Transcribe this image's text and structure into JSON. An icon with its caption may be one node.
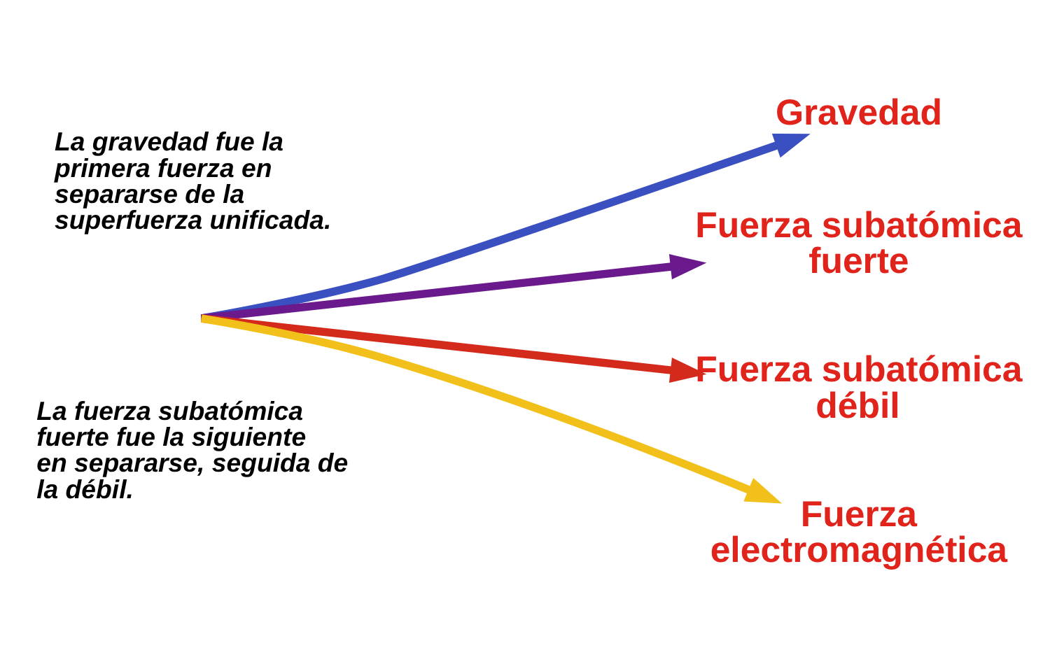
{
  "diagram": {
    "nodes": [
      {
        "text": [
          "Gravedad"
        ]
      },
      {
        "text": [
          "Fuerza subatómica fuerte"
        ]
      },
      {
        "text": [
          "Fuerza subatómica débil"
        ]
      },
      {
        "text": [
          "Fuerza electromagnética"
        ]
      }
    ],
    "edges": [
      {
        "from": null,
        "to": 0,
        "arrow": "to",
        "color": "#3a4fc0"
      },
      {
        "from": null,
        "to": 1,
        "arrow": "to",
        "color": "#6a1a8c"
      },
      {
        "from": null,
        "to": 2,
        "arrow": "to",
        "color": "#d42a1c"
      },
      {
        "from": null,
        "to": 3,
        "arrow": "to",
        "color": "#f2c01a"
      }
    ],
    "labels": [
      "La gravedad fue la primera fuerza en separarse de la superfuerza unificada.",
      "La fuerza subatómica fuerte fue la siguiente en separarse, seguida de la débil."
    ]
  }
}
